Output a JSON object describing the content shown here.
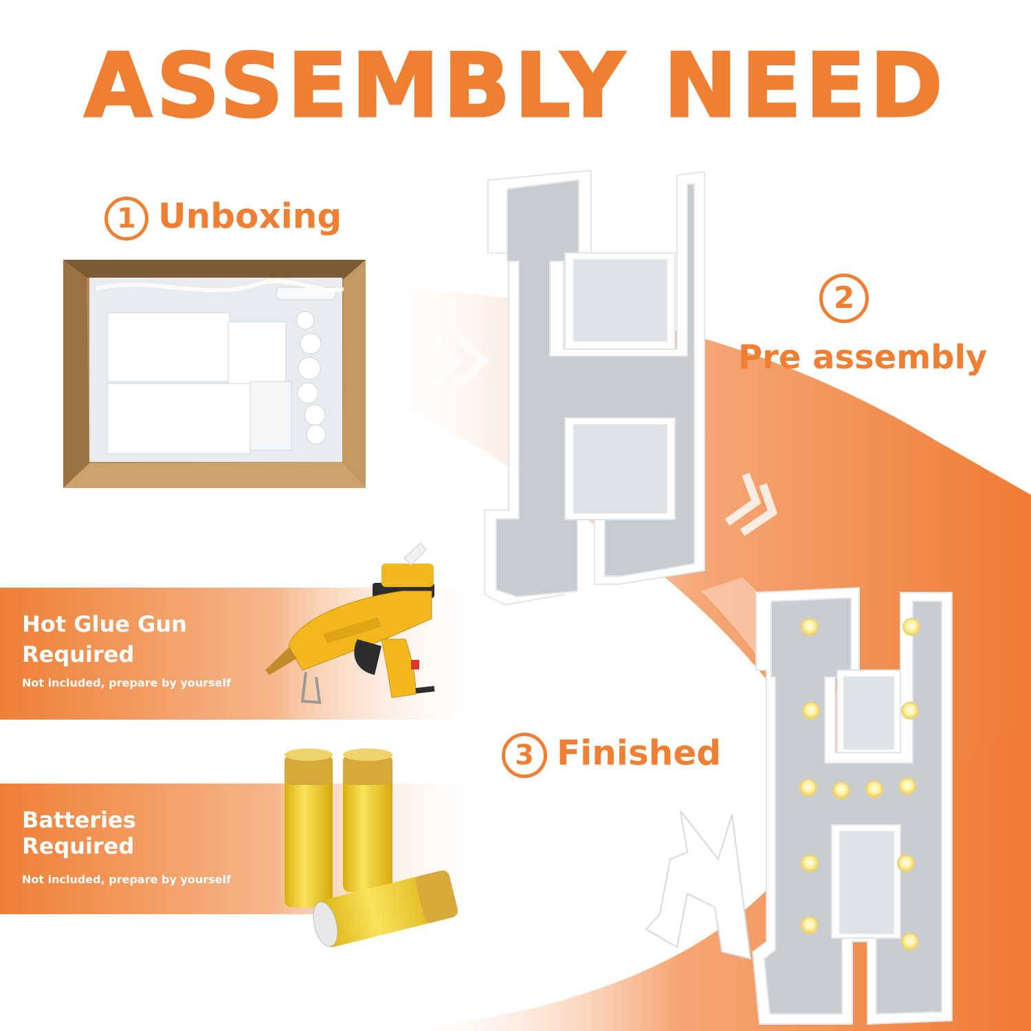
{
  "header": {
    "title": "ASSEMBLY NEED"
  },
  "steps": {
    "one": {
      "number": "1",
      "label": "Unboxing"
    },
    "two": {
      "number": "2",
      "label": "Pre assembly"
    },
    "three": {
      "number": "3",
      "label": "Finished"
    }
  },
  "requirements": {
    "glue": {
      "title": "Hot Glue Gun Required",
      "note": "Not included, prepare by yourself"
    },
    "batteries": {
      "title": "Batteries Required",
      "note": "Not included, prepare by yourself"
    }
  },
  "colors": {
    "accent": "#ee7f33",
    "band": "#f08a45",
    "box": "#b98a54",
    "battery": "#f0cc24",
    "glue_gun": "#f2b81d"
  },
  "icons": [
    "cardboard-box-icon",
    "marquee-letter-h-icon",
    "hot-glue-gun-icon",
    "battery-icon",
    "led-bulb-icon",
    "chevron-arrow-icon"
  ]
}
